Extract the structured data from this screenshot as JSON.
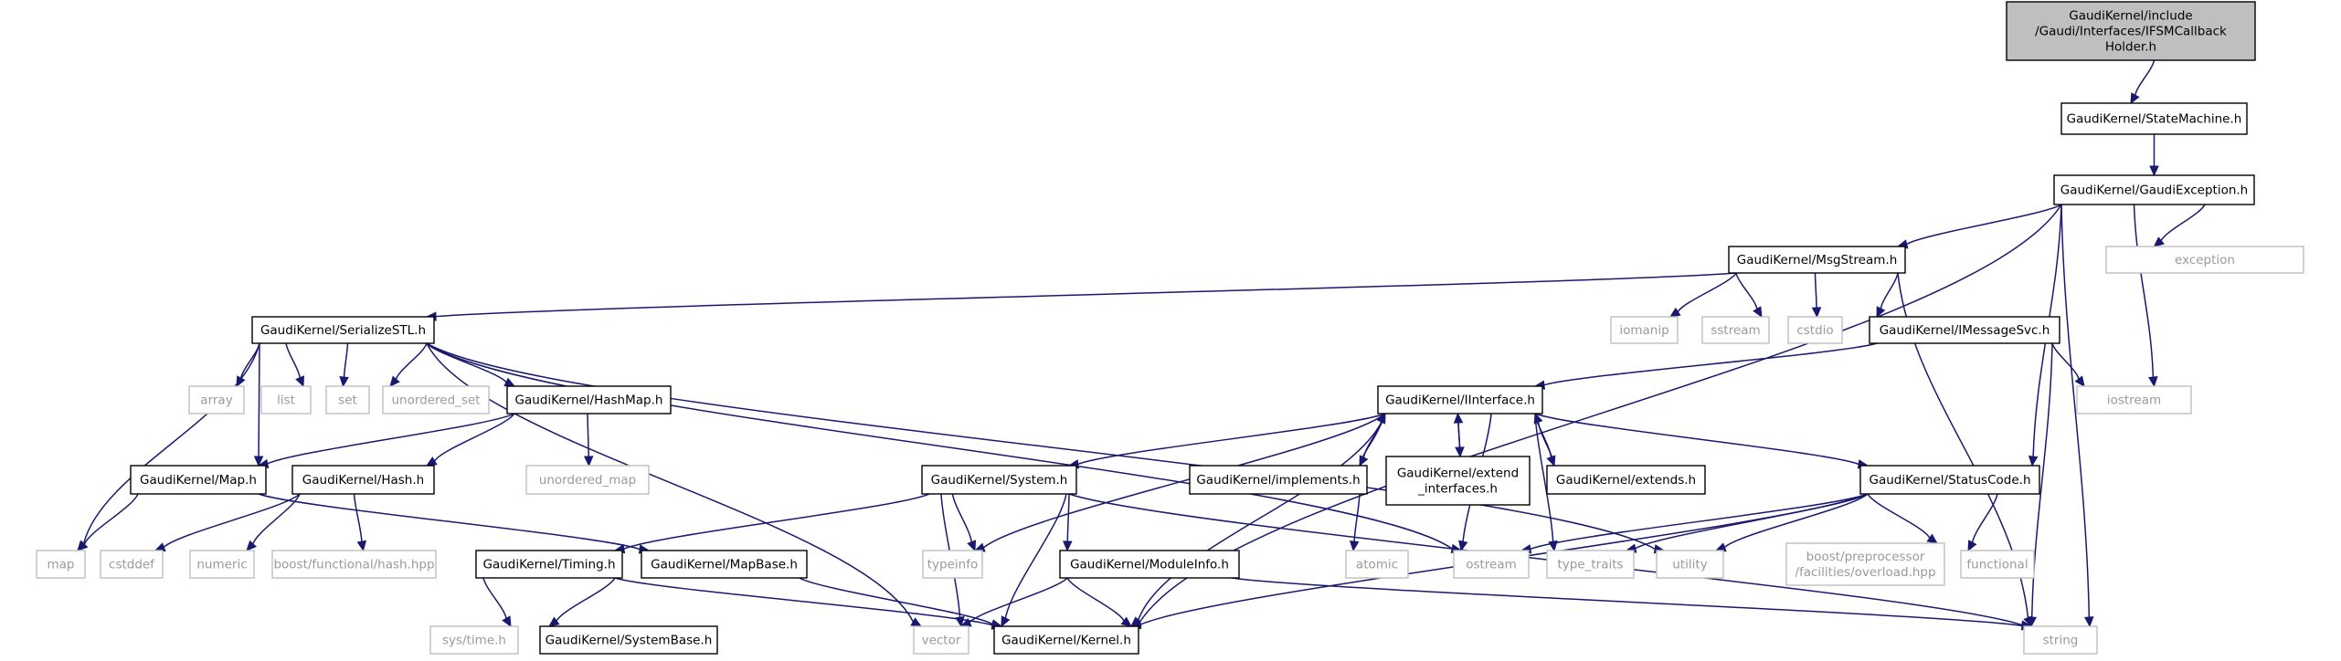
{
  "graph": {
    "nodes": [
      {
        "id": "root",
        "lines": [
          "GaudiKernel/include",
          "/Gaudi/Interfaces/IFSMCallback",
          "Holder.h"
        ],
        "kind": "root"
      },
      {
        "id": "statemachine",
        "lines": [
          "GaudiKernel/StateMachine.h"
        ],
        "kind": "internal"
      },
      {
        "id": "gaudiexception",
        "lines": [
          "GaudiKernel/GaudiException.h"
        ],
        "kind": "internal"
      },
      {
        "id": "exception",
        "lines": [
          "exception"
        ],
        "kind": "external"
      },
      {
        "id": "msgstream",
        "lines": [
          "GaudiKernel/MsgStream.h"
        ],
        "kind": "internal"
      },
      {
        "id": "serializestl",
        "lines": [
          "GaudiKernel/SerializeSTL.h"
        ],
        "kind": "internal"
      },
      {
        "id": "iomanip",
        "lines": [
          "iomanip"
        ],
        "kind": "external"
      },
      {
        "id": "sstream",
        "lines": [
          "sstream"
        ],
        "kind": "external"
      },
      {
        "id": "cstdio",
        "lines": [
          "cstdio"
        ],
        "kind": "external"
      },
      {
        "id": "imessagesvc",
        "lines": [
          "GaudiKernel/IMessageSvc.h"
        ],
        "kind": "internal"
      },
      {
        "id": "iostream",
        "lines": [
          "iostream"
        ],
        "kind": "external"
      },
      {
        "id": "array",
        "lines": [
          "array"
        ],
        "kind": "external"
      },
      {
        "id": "list",
        "lines": [
          "list"
        ],
        "kind": "external"
      },
      {
        "id": "set",
        "lines": [
          "set"
        ],
        "kind": "external"
      },
      {
        "id": "unordered_set",
        "lines": [
          "unordered_set"
        ],
        "kind": "external"
      },
      {
        "id": "hashmap",
        "lines": [
          "GaudiKernel/HashMap.h"
        ],
        "kind": "internal"
      },
      {
        "id": "iinterface",
        "lines": [
          "GaudiKernel/IInterface.h"
        ],
        "kind": "internal"
      },
      {
        "id": "map_h",
        "lines": [
          "GaudiKernel/Map.h"
        ],
        "kind": "internal"
      },
      {
        "id": "hash_h",
        "lines": [
          "GaudiKernel/Hash.h"
        ],
        "kind": "internal"
      },
      {
        "id": "unordered_map",
        "lines": [
          "unordered_map"
        ],
        "kind": "external"
      },
      {
        "id": "system_h",
        "lines": [
          "GaudiKernel/System.h"
        ],
        "kind": "internal"
      },
      {
        "id": "implements",
        "lines": [
          "GaudiKernel/implements.h"
        ],
        "kind": "internal"
      },
      {
        "id": "extend_interfaces",
        "lines": [
          "GaudiKernel/extend",
          "_interfaces.h"
        ],
        "kind": "internal"
      },
      {
        "id": "extends",
        "lines": [
          "GaudiKernel/extends.h"
        ],
        "kind": "internal"
      },
      {
        "id": "statuscode",
        "lines": [
          "GaudiKernel/StatusCode.h"
        ],
        "kind": "internal"
      },
      {
        "id": "map",
        "lines": [
          "map"
        ],
        "kind": "external"
      },
      {
        "id": "cstddef",
        "lines": [
          "cstddef"
        ],
        "kind": "external"
      },
      {
        "id": "numeric",
        "lines": [
          "numeric"
        ],
        "kind": "external"
      },
      {
        "id": "boost_hash",
        "lines": [
          "boost/functional/hash.hpp"
        ],
        "kind": "external"
      },
      {
        "id": "timing",
        "lines": [
          "GaudiKernel/Timing.h"
        ],
        "kind": "internal"
      },
      {
        "id": "mapbase",
        "lines": [
          "GaudiKernel/MapBase.h"
        ],
        "kind": "internal"
      },
      {
        "id": "typeinfo",
        "lines": [
          "typeinfo"
        ],
        "kind": "external"
      },
      {
        "id": "moduleinfo",
        "lines": [
          "GaudiKernel/ModuleInfo.h"
        ],
        "kind": "internal"
      },
      {
        "id": "atomic",
        "lines": [
          "atomic"
        ],
        "kind": "external"
      },
      {
        "id": "ostream",
        "lines": [
          "ostream"
        ],
        "kind": "external"
      },
      {
        "id": "type_traits",
        "lines": [
          "type_traits"
        ],
        "kind": "external"
      },
      {
        "id": "utility",
        "lines": [
          "utility"
        ],
        "kind": "external"
      },
      {
        "id": "boost_overload",
        "lines": [
          "boost/preprocessor",
          "/facilities/overload.hpp"
        ],
        "kind": "external"
      },
      {
        "id": "functional",
        "lines": [
          "functional"
        ],
        "kind": "external"
      },
      {
        "id": "systime",
        "lines": [
          "sys/time.h"
        ],
        "kind": "external"
      },
      {
        "id": "systembase",
        "lines": [
          "GaudiKernel/SystemBase.h"
        ],
        "kind": "internal"
      },
      {
        "id": "vector",
        "lines": [
          "vector"
        ],
        "kind": "external"
      },
      {
        "id": "kernel",
        "lines": [
          "GaudiKernel/Kernel.h"
        ],
        "kind": "internal"
      },
      {
        "id": "string",
        "lines": [
          "string"
        ],
        "kind": "external"
      }
    ],
    "edges": [
      [
        "root",
        "statemachine"
      ],
      [
        "statemachine",
        "gaudiexception"
      ],
      [
        "gaudiexception",
        "msgstream"
      ],
      [
        "gaudiexception",
        "exception"
      ],
      [
        "gaudiexception",
        "iostream"
      ],
      [
        "gaudiexception",
        "statuscode"
      ],
      [
        "gaudiexception",
        "string"
      ],
      [
        "gaudiexception",
        "kernel"
      ],
      [
        "msgstream",
        "serializestl"
      ],
      [
        "msgstream",
        "iomanip"
      ],
      [
        "msgstream",
        "sstream"
      ],
      [
        "msgstream",
        "cstdio"
      ],
      [
        "msgstream",
        "imessagesvc"
      ],
      [
        "msgstream",
        "string"
      ],
      [
        "serializestl",
        "array"
      ],
      [
        "serializestl",
        "list"
      ],
      [
        "serializestl",
        "set"
      ],
      [
        "serializestl",
        "unordered_set"
      ],
      [
        "serializestl",
        "hashmap"
      ],
      [
        "serializestl",
        "map_h"
      ],
      [
        "serializestl",
        "map"
      ],
      [
        "serializestl",
        "ostream"
      ],
      [
        "serializestl",
        "utility"
      ],
      [
        "serializestl",
        "vector"
      ],
      [
        "imessagesvc",
        "iinterface"
      ],
      [
        "imessagesvc",
        "iostream"
      ],
      [
        "imessagesvc",
        "string"
      ],
      [
        "hashmap",
        "map_h"
      ],
      [
        "hashmap",
        "hash_h"
      ],
      [
        "hashmap",
        "unordered_map"
      ],
      [
        "map_h",
        "map"
      ],
      [
        "map_h",
        "mapbase"
      ],
      [
        "hash_h",
        "cstddef"
      ],
      [
        "hash_h",
        "numeric"
      ],
      [
        "hash_h",
        "boost_hash"
      ],
      [
        "iinterface",
        "system_h"
      ],
      [
        "iinterface",
        "implements"
      ],
      [
        "iinterface",
        "extend_interfaces"
      ],
      [
        "iinterface",
        "extends"
      ],
      [
        "iinterface",
        "statuscode"
      ],
      [
        "iinterface",
        "typeinfo"
      ],
      [
        "iinterface",
        "ostream"
      ],
      [
        "iinterface",
        "type_traits"
      ],
      [
        "iinterface",
        "kernel"
      ],
      [
        "implements",
        "iinterface"
      ],
      [
        "implements",
        "atomic"
      ],
      [
        "extend_interfaces",
        "iinterface"
      ],
      [
        "extends",
        "iinterface"
      ],
      [
        "system_h",
        "timing"
      ],
      [
        "system_h",
        "typeinfo"
      ],
      [
        "system_h",
        "moduleinfo"
      ],
      [
        "system_h",
        "vector"
      ],
      [
        "system_h",
        "kernel"
      ],
      [
        "system_h",
        "string"
      ],
      [
        "statuscode",
        "ostream"
      ],
      [
        "statuscode",
        "type_traits"
      ],
      [
        "statuscode",
        "utility"
      ],
      [
        "statuscode",
        "boost_overload"
      ],
      [
        "statuscode",
        "functional"
      ],
      [
        "statuscode",
        "kernel"
      ],
      [
        "timing",
        "systime"
      ],
      [
        "timing",
        "systembase"
      ],
      [
        "timing",
        "kernel"
      ],
      [
        "mapbase",
        "kernel"
      ],
      [
        "moduleinfo",
        "vector"
      ],
      [
        "moduleinfo",
        "kernel"
      ],
      [
        "moduleinfo",
        "string"
      ]
    ]
  }
}
